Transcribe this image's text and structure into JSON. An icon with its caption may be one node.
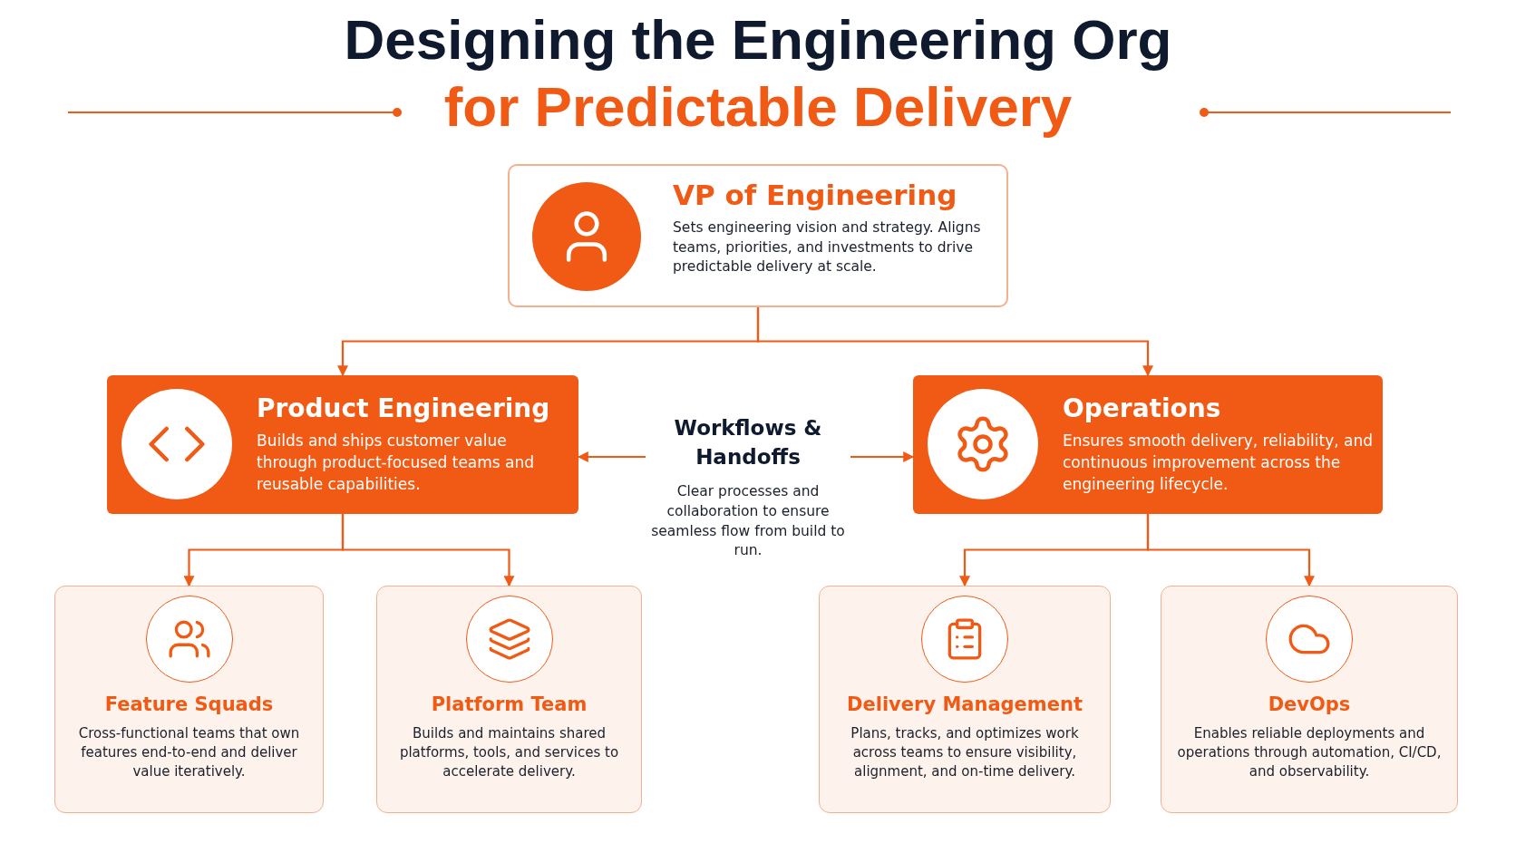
{
  "diagram": {
    "title": "Designing the Engineering Org",
    "nodes": [
      {
        "text": [
          "VP of Engineering",
          "Sets engineering vision and strategy. Aligns teams, priorities, and investments to drive predictable delivery at scale."
        ]
      },
      {
        "text": [
          "Product Engineering",
          "Builds and ships customer value through product-focused teams and reusable capabilities."
        ]
      },
      {
        "text": [
          "Operations",
          "Ensures smooth delivery, reliability, and continuous improvement across the engineering lifecycle."
        ]
      },
      {
        "text": [
          "Workflows & Handoffs",
          "Clear processes and collaboration to ensure seamless flow from build to run."
        ]
      },
      {
        "text": [
          "Feature Squads",
          "Cross-functional teams that own features end-to-end and deliver value iteratively."
        ]
      },
      {
        "text": [
          "Platform Team",
          "Builds and maintains shared platforms, tools, and services to accelerate delivery."
        ]
      },
      {
        "text": [
          "Delivery Management",
          "Plans, tracks, and optimizes work across teams to ensure visibility, alignment, and on-time delivery."
        ]
      },
      {
        "text": [
          "DevOps",
          "Enables reliable deployments and operations through automation, CI/CD, and observability."
        ]
      }
    ],
    "edges": [
      {
        "from": 0,
        "to": 1,
        "arrow": "to"
      },
      {
        "from": 0,
        "to": 2,
        "arrow": "to"
      },
      {
        "from": 3,
        "to": 1,
        "arrow": "to"
      },
      {
        "from": 3,
        "to": 2,
        "arrow": "to"
      },
      {
        "from": 1,
        "to": 4,
        "arrow": "to"
      },
      {
        "from": 1,
        "to": 5,
        "arrow": "to"
      },
      {
        "from": 2,
        "to": 6,
        "arrow": "to"
      },
      {
        "from": 2,
        "to": 7,
        "arrow": "to"
      }
    ],
    "labels": [
      "for Predictable Delivery"
    ]
  }
}
